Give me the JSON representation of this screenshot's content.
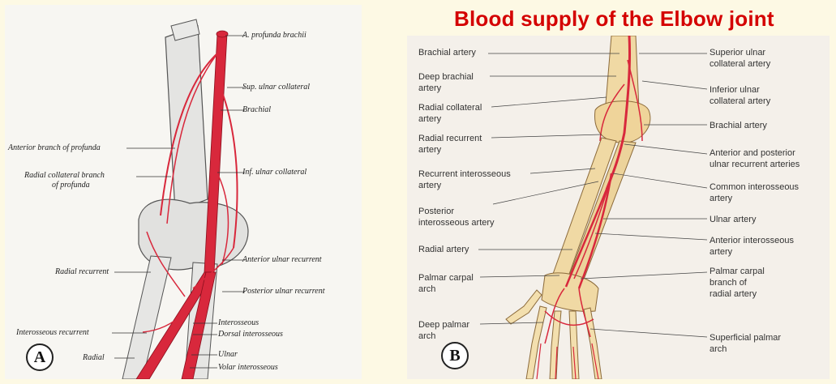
{
  "title": "Blood supply of the Elbow joint",
  "panel_a": {
    "marker": "A",
    "labels": {
      "profunda_brachii": "A. profunda brachii",
      "sup_ulnar_collateral": "Sup. ulnar collateral",
      "brachial": "Brachial",
      "anterior_branch_profunda": "Anterior branch of profunda",
      "inf_ulnar_collateral": "Inf. ulnar collateral",
      "radial_collateral_branch": "Radial collateral branch",
      "of_profunda": "of profunda",
      "anterior_ulnar_recurrent": "Anterior ulnar recurrent",
      "radial_recurrent": "Radial recurrent",
      "posterior_ulnar_recurrent": "Posterior ulnar recurrent",
      "interosseous": "Interosseous",
      "interosseous_recurrent": "Interosseous recurrent",
      "dorsal_interosseous": "Dorsal interosseous",
      "radial": "Radial",
      "ulnar": "Ulnar",
      "volar_interosseous": "Volar interosseous"
    }
  },
  "panel_b": {
    "marker": "B",
    "left_labels": {
      "brachial_artery": "Brachial artery",
      "deep_brachial_artery": "Deep brachial\nartery",
      "radial_collateral_artery": "Radial collateral\nartery",
      "radial_recurrent_artery": "Radial recurrent\nartery",
      "recurrent_interosseous_artery": "Recurrent interosseous\nartery",
      "posterior_interosseous_artery": "Posterior\ninterosseous artery",
      "radial_artery": "Radial artery",
      "palmar_carpal_arch": "Palmar carpal\narch",
      "deep_palmar_arch": "Deep palmar\narch"
    },
    "right_labels": {
      "superior_ulnar_collateral_artery": "Superior ulnar\ncollateral artery",
      "inferior_ulnar_collateral_artery": "Inferior ulnar\ncollateral artery",
      "brachial_artery": "Brachial artery",
      "anterior_posterior_ulnar_recurrent": "Anterior and posterior\nulnar recurrent arteries",
      "common_interosseous_artery": "Common interosseous\nartery",
      "ulnar_artery": "Ulnar artery",
      "anterior_interosseous_artery": "Anterior interosseous\nartery",
      "palmar_carpal_branch_radial_artery": "Palmar carpal\nbranch of\nradial artery",
      "superficial_palmar_arch": "Superficial palmar\narch"
    }
  },
  "colors": {
    "title": "#d40000",
    "artery": "#d8283c",
    "bone_b": "#f0d9a4",
    "background": "#fdf9e4"
  }
}
